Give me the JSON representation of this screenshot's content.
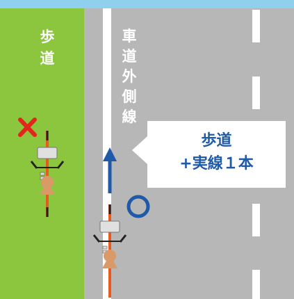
{
  "labels": {
    "sidewalk": [
      "歩",
      "道"
    ],
    "outside_line": [
      "車",
      "道",
      "外",
      "側",
      "線"
    ]
  },
  "callout": {
    "lines": [
      "歩道",
      "+実線１本"
    ]
  },
  "marks": {
    "sidewalk_mark": "✕",
    "lane_mark": "◯"
  },
  "icons": {
    "prohibited": "cross-icon",
    "permitted": "circle-icon",
    "direction": "arrow-up-icon",
    "bicycle": "bicycle-icon"
  },
  "colors": {
    "sky": "#8fd0ef",
    "sidewalk": "#8cc63f",
    "road": "#b7b7b7",
    "line": "#ffffff",
    "cross": "#e2261a",
    "circle": "#1f5aa8",
    "arrow": "#1f5aa8",
    "callout_text": "#1f5aa8"
  }
}
